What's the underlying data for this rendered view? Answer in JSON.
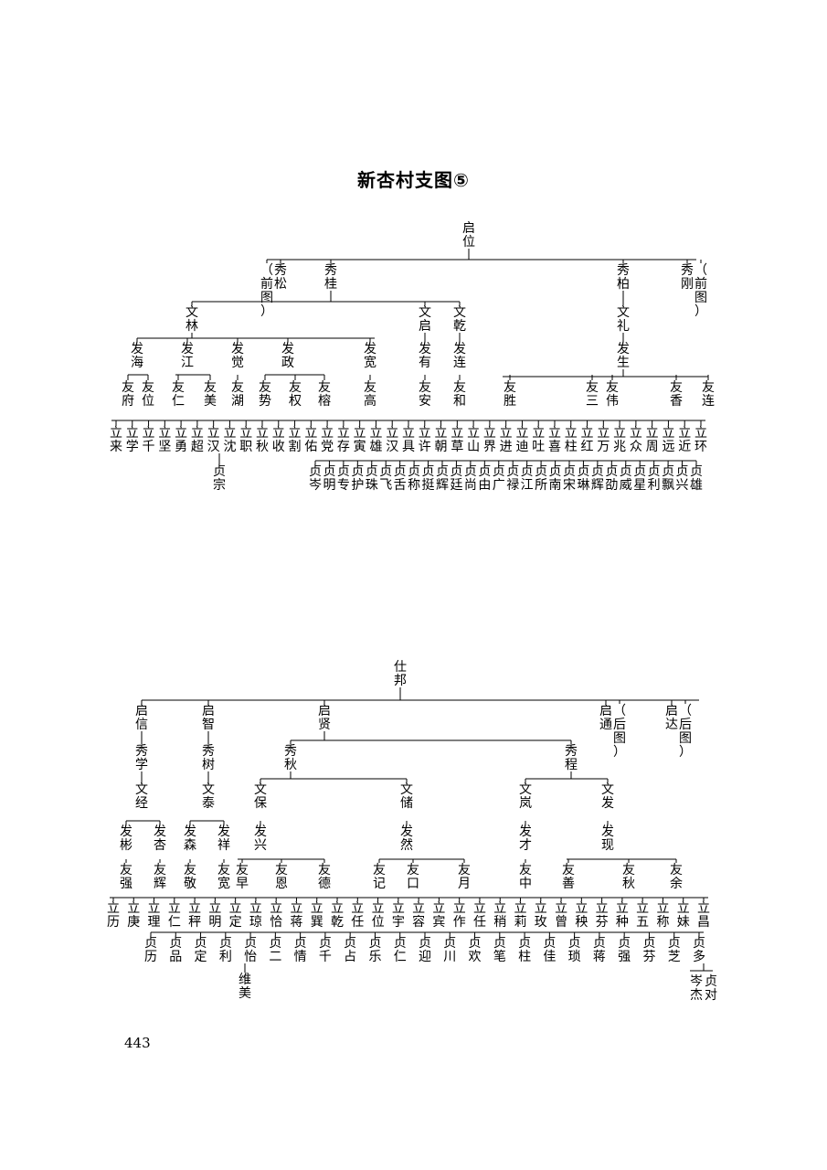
{
  "title": "新杏村支图⑤",
  "page_number": "443",
  "tree1": {
    "root": "启位",
    "gen1": [
      "（前图）",
      "秀松",
      "秀桂",
      "秀柏",
      "秀刚",
      "（前图）"
    ],
    "gen2": [
      "文林",
      "文启",
      "文乾",
      "文礼"
    ],
    "gen3": [
      "发海",
      "发江",
      "发觉",
      "发政",
      "发宽",
      "发有",
      "发连",
      "发生"
    ],
    "gen4": [
      "友府",
      "友位",
      "友仁",
      "友美",
      "友湖",
      "友势",
      "友权",
      "友榕",
      "友高",
      "友安",
      "友和",
      "友胜",
      "友三",
      "友伟",
      "友香",
      "友连"
    ],
    "gen5": [
      "立来",
      "立学",
      "立千",
      "立坚",
      "立勇",
      "立超",
      "立汉",
      "立沈",
      "立职",
      "立秋",
      "立收",
      "立割",
      "立佑",
      "立党",
      "立存",
      "立寅",
      "立雄",
      "立汉",
      "立具",
      "立许",
      "立朝",
      "立草",
      "立山",
      "立界",
      "立进",
      "立迪",
      "立吐",
      "立喜",
      "立柱",
      "立红",
      "立万",
      "立兆",
      "立众",
      "立周",
      "立远",
      "立近",
      "立环"
    ],
    "gen6": [
      "贞宗",
      "贞岑",
      "贞明",
      "贞专",
      "贞护",
      "贞珠",
      "贞飞",
      "贞舌",
      "贞称",
      "贞挺",
      "贞辉",
      "贞廷",
      "贞尚",
      "贞由",
      "贞广",
      "贞禄",
      "贞江",
      "贞所",
      "贞南",
      "贞宋",
      "贞琳",
      "贞辉",
      "贞劭",
      "贞威",
      "贞星",
      "贞利",
      "贞飘",
      "贞兴",
      "贞雄"
    ]
  },
  "tree2": {
    "root": "仕邦",
    "gen1": [
      "启信",
      "启智",
      "启贤",
      "启通",
      "（后图）",
      "启达",
      "（后图）"
    ],
    "gen2": [
      "秀学",
      "秀树",
      "秀秋",
      "秀程"
    ],
    "gen3": [
      "文经",
      "文泰",
      "文保",
      "文储",
      "文岚",
      "文发"
    ],
    "gen4": [
      "发彬",
      "发杏",
      "发森",
      "发祥",
      "发兴",
      "发然",
      "发才",
      "发现"
    ],
    "gen5": [
      "友强",
      "友辉",
      "友敬",
      "友宽",
      "友早",
      "友恩",
      "友德",
      "友记",
      "友口",
      "友月",
      "友中",
      "友善",
      "友秋",
      "友余"
    ],
    "gen6": [
      "立历",
      "立庚",
      "立理",
      "立仁",
      "立秤",
      "立明",
      "立定",
      "立琼",
      "立恰",
      "立蒋",
      "立巽",
      "立乾",
      "立任",
      "立位",
      "立宇",
      "立容",
      "立宾",
      "立作",
      "立任",
      "立稍",
      "立莉",
      "立玫",
      "立曾",
      "立秧",
      "立芬",
      "立种",
      "立五",
      "立称",
      "立妹",
      "立昌"
    ],
    "gen7": [
      "贞历",
      "贞品",
      "贞定",
      "贞利",
      "贞怡",
      "贞二",
      "贞情",
      "贞千",
      "贞占",
      "贞乐",
      "贞仁",
      "贞迎",
      "贞川",
      "贞欢",
      "贞笔",
      "贞柱",
      "贞佳",
      "贞琐",
      "贞蒋",
      "贞强",
      "贞芬",
      "贞芝",
      "贞多"
    ],
    "gen8": [
      "维美",
      "岑杰",
      "贞对"
    ]
  }
}
